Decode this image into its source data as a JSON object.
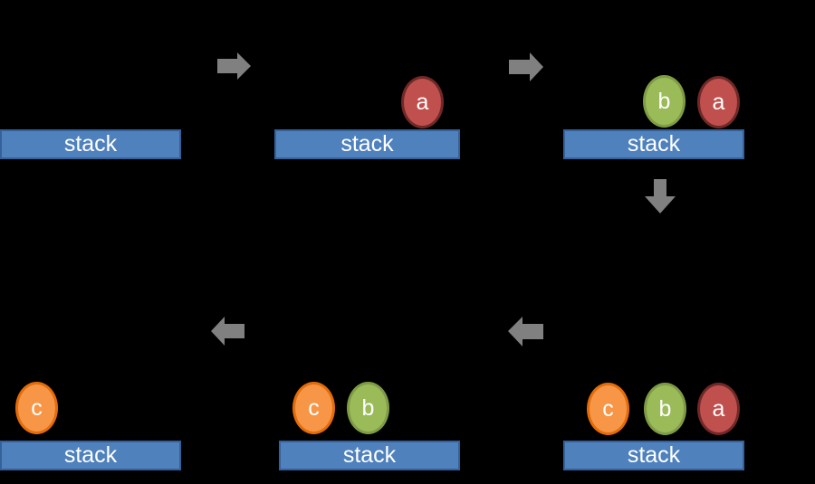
{
  "diagram": {
    "kind": "stack-push-pop-sequence",
    "background_color": "#000000",
    "bar_label": "stack",
    "labels": {
      "a": "a",
      "b": "b",
      "c": "c"
    },
    "colors": {
      "bar_fill": "#4f81bd",
      "bar_border": "#35619b",
      "arrow": "#808080",
      "item_a_fill": "#c0504d",
      "item_a_border": "#702927",
      "item_b_fill": "#9bbb59",
      "item_b_border": "#7e9c45",
      "item_c_fill": "#f79646",
      "item_c_border": "#e36c09",
      "text": "#ffffff"
    },
    "panels": [
      {
        "position": "top-left",
        "stack_items": []
      },
      {
        "position": "top-middle",
        "stack_items": [
          "a"
        ]
      },
      {
        "position": "top-right",
        "stack_items": [
          "b",
          "a"
        ]
      },
      {
        "position": "bottom-right",
        "stack_items": [
          "c",
          "b",
          "a"
        ]
      },
      {
        "position": "bottom-middle",
        "stack_items": [
          "c",
          "b"
        ]
      },
      {
        "position": "bottom-left",
        "stack_items": [
          "c"
        ]
      }
    ],
    "arrows": [
      {
        "from": "top-left",
        "to": "top-middle",
        "direction": "right"
      },
      {
        "from": "top-middle",
        "to": "top-right",
        "direction": "right"
      },
      {
        "from": "top-right",
        "to": "bottom-right",
        "direction": "down"
      },
      {
        "from": "bottom-right",
        "to": "bottom-middle",
        "direction": "left"
      },
      {
        "from": "bottom-middle",
        "to": "bottom-left",
        "direction": "left"
      }
    ]
  }
}
